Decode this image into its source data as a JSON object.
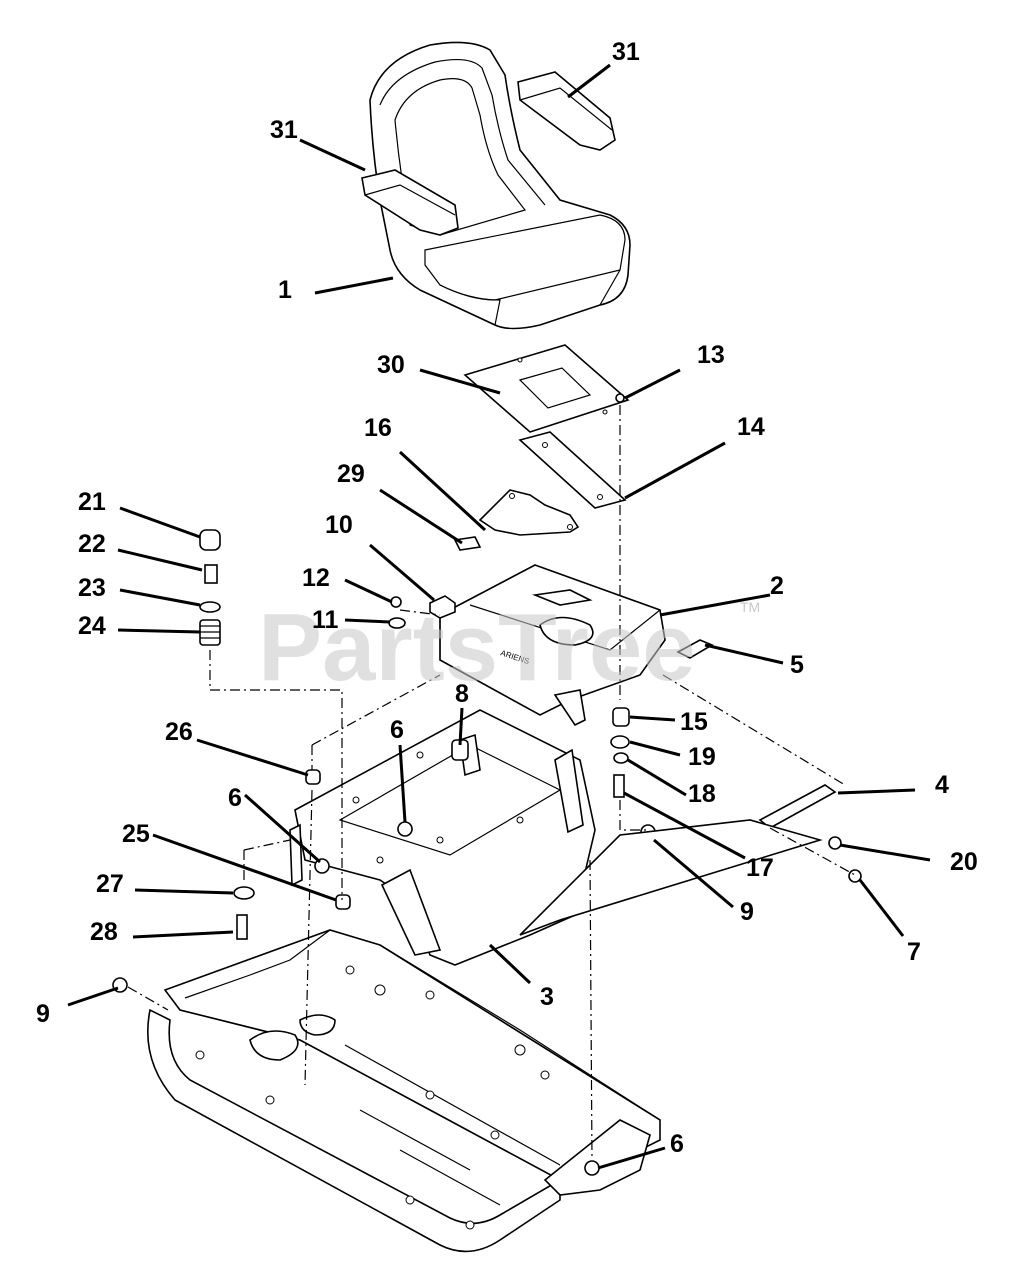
{
  "watermark": {
    "text": "PartsTree",
    "tm": "TM"
  },
  "callouts": [
    {
      "label": "31"
    },
    {
      "label": "31"
    },
    {
      "label": "1"
    },
    {
      "label": "30"
    },
    {
      "label": "13"
    },
    {
      "label": "14"
    },
    {
      "label": "16"
    },
    {
      "label": "29"
    },
    {
      "label": "21"
    },
    {
      "label": "10"
    },
    {
      "label": "22"
    },
    {
      "label": "12"
    },
    {
      "label": "23"
    },
    {
      "label": "11"
    },
    {
      "label": "24"
    },
    {
      "label": "2"
    },
    {
      "label": "5"
    },
    {
      "label": "8"
    },
    {
      "label": "15"
    },
    {
      "label": "26"
    },
    {
      "label": "6"
    },
    {
      "label": "19"
    },
    {
      "label": "18"
    },
    {
      "label": "6"
    },
    {
      "label": "4"
    },
    {
      "label": "25"
    },
    {
      "label": "20"
    },
    {
      "label": "17"
    },
    {
      "label": "27"
    },
    {
      "label": "9"
    },
    {
      "label": "28"
    },
    {
      "label": "7"
    },
    {
      "label": "3"
    },
    {
      "label": "9"
    },
    {
      "label": "6"
    }
  ]
}
